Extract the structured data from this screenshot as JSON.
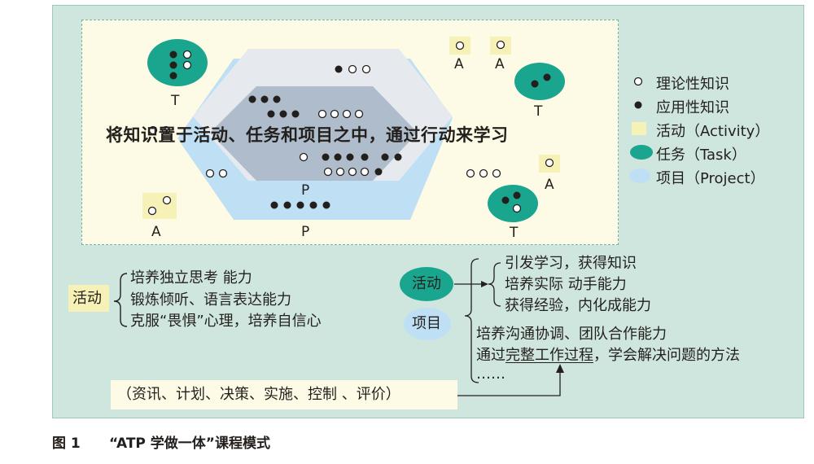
{
  "diagram": {
    "central_text": "将知识置于活动、任务和项目之中，通过行动来学习",
    "node_labels": {
      "task": "T",
      "activity": "A",
      "project": "P"
    },
    "legend": [
      {
        "symbol": "open-circle-icon",
        "label": "理论性知识"
      },
      {
        "symbol": "filled-circle-icon",
        "label": "应用性知识"
      },
      {
        "symbol": "activity-square-icon",
        "label": "活动（Activity）",
        "color": "#f6f1b6"
      },
      {
        "symbol": "task-oval-icon",
        "label": "任务（Task）",
        "color": "#1aa58e"
      },
      {
        "symbol": "project-oval-icon",
        "label": "项目（Project）",
        "color": "#bfe0f4"
      }
    ],
    "colors": {
      "panel": "#cfe6df",
      "scene": "#fdfbe5",
      "task": "#1aa58e",
      "project_outer": "#bfe0f4",
      "project_inner": "#a9b8c6",
      "hex_light": "#e4e9ee",
      "activity": "#f6f1b6"
    }
  },
  "activity_block": {
    "label": "活动",
    "items": [
      "培养独立思考 能力",
      "锻炼倾听、语言表达能力",
      "克服“畏惧”心理，培养自信心"
    ]
  },
  "right_block": {
    "activity_label": "活动",
    "project_label": "项目",
    "activity_items": [
      "引发学习，获得知识",
      "培养实际 动手能力",
      "获得经验，内化成能力"
    ],
    "project_line1": "培养沟通协调、团队合作能力",
    "project_line2_prefix": "通过",
    "project_line2_underlined": "完整工作过程",
    "project_line2_suffix": "，学会解决问题的方法",
    "ellipsis": "……"
  },
  "process_box": {
    "text": "（资讯、计划、决策、实施、控制 、评价）"
  },
  "caption": {
    "number": "图 1",
    "title": "“ATP 学做一体”课程模式"
  }
}
